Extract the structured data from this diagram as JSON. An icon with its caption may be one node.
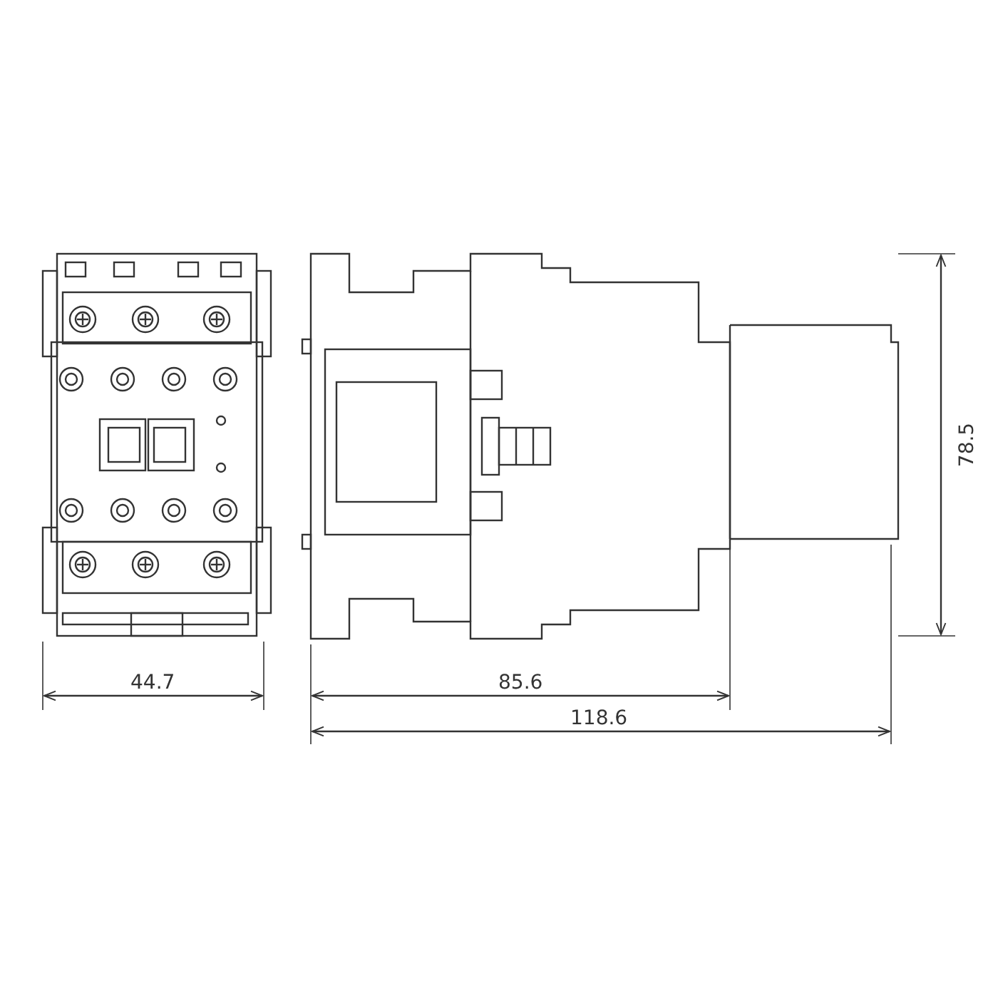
{
  "diagram": {
    "labels": [
      "44.7",
      "85.6",
      "118.6",
      "78.5"
    ]
  }
}
